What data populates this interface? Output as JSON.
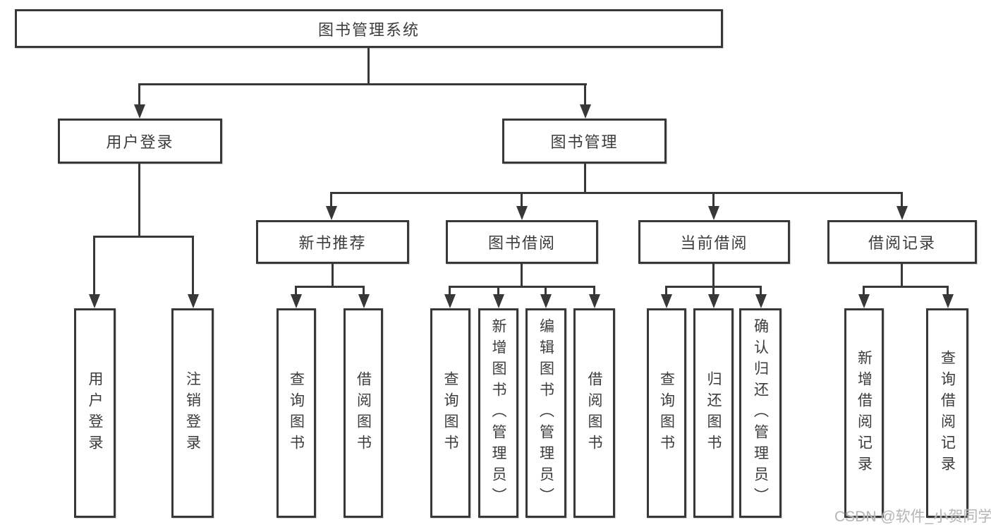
{
  "diagram": {
    "root_label": "图书管理系统",
    "tree": {
      "user_login": {
        "label": "用户登录",
        "children": [
          "用户登录",
          "注销登录"
        ]
      },
      "book_management": {
        "label": "图书管理",
        "children": {
          "new_book_recommend": {
            "label": "新书推荐",
            "leaves": [
              "查询图书",
              "借阅图书"
            ]
          },
          "book_borrowing": {
            "label": "图书借阅",
            "leaves": [
              "查询图书",
              "新增图书（管理员）",
              "编辑图书（管理员）",
              "借阅图书"
            ]
          },
          "current_borrowing": {
            "label": "当前借阅",
            "leaves": [
              "查询图书",
              "归还图书",
              "确认归还（管理员）"
            ]
          },
          "borrowing_records": {
            "label": "借阅记录",
            "leaves": [
              "新增借阅记录",
              "查询借阅记录"
            ]
          }
        }
      }
    }
  },
  "watermark": {
    "text": "CSDN @软件_小贺同学"
  },
  "colors": {
    "line": "#383838",
    "text": "#3c3c3c",
    "box_background": "#ffffff",
    "watermark": "#b5b5b5"
  }
}
